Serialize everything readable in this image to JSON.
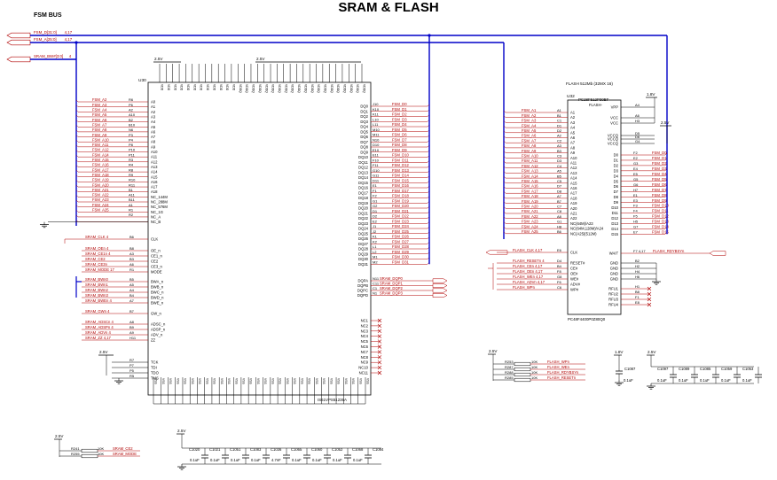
{
  "title": "SRAM & FLASH",
  "bus_label": "FSM BUS",
  "colors": {
    "bus": "#0000c8",
    "net": "#b00000",
    "wire": "#000000"
  },
  "bus_ports": [
    {
      "label": "FSM_D[31:0]",
      "ref": "4,17"
    },
    {
      "label": "FSM_A[25:0]",
      "ref": "4,17"
    },
    {
      "label": "SRAM_BW#[3:0]",
      "ref": "4"
    }
  ],
  "u30": {
    "ref": "U30",
    "part": "IS61VPS51236A",
    "power": [
      "2.5V",
      "2.5V"
    ],
    "left_pins": [
      {
        "net": "FSM_A2",
        "ball": "R6",
        "pin": "A0"
      },
      {
        "net": "FSM_A3",
        "ball": "P6",
        "pin": "A1"
      },
      {
        "net": "FSM_A4",
        "ball": "A2",
        "pin": "A2"
      },
      {
        "net": "FSM_A5",
        "ball": "A10",
        "pin": "A3"
      },
      {
        "net": "FSM_A6",
        "ball": "B2",
        "pin": "A4"
      },
      {
        "net": "FSM_A7",
        "ball": "B10",
        "pin": "A5"
      },
      {
        "net": "FSM_A8",
        "ball": "N6",
        "pin": "A6"
      },
      {
        "net": "FSM_A9",
        "ball": "P3",
        "pin": "A7"
      },
      {
        "net": "FSM_A10",
        "ball": "P4",
        "pin": "A8"
      },
      {
        "net": "FSM_A11",
        "ball": "P8",
        "pin": "A9"
      },
      {
        "net": "FSM_A12",
        "ball": "P10",
        "pin": "A10"
      },
      {
        "net": "FSM_A14",
        "ball": "P11",
        "pin": "A11"
      },
      {
        "net": "FSM_A15",
        "ball": "R3",
        "pin": "A12"
      },
      {
        "net": "FSM_A16",
        "ball": "R4",
        "pin": "A13"
      },
      {
        "net": "FSM_A17",
        "ball": "R8",
        "pin": "A14"
      },
      {
        "net": "FSM_A18",
        "ball": "R9",
        "pin": "A15"
      },
      {
        "net": "FSM_A19",
        "ball": "R10",
        "pin": "A16"
      },
      {
        "net": "FSM_A20",
        "ball": "R11",
        "pin": "A17"
      },
      {
        "net": "FSM_A21",
        "ball": "B1",
        "pin": "A18"
      },
      {
        "net": "FSM_A22",
        "ball": "A11",
        "pin": "NC_144M"
      },
      {
        "net": "FSM_A23",
        "ball": "B11",
        "pin": "NC_288M"
      },
      {
        "net": "FSM_A24",
        "ball": "A1",
        "pin": "NC_576M"
      },
      {
        "net": "FSM_A25",
        "ball": "R1",
        "pin": "NC_1G"
      },
      {
        "net": "",
        "ball": "R2",
        "pin": "NC_A"
      },
      {
        "net": "",
        "ball": "",
        "pin": "NC_B"
      }
    ],
    "ctrl_pins": [
      {
        "net": "SRAM_CLK",
        "ref": "4",
        "ball": "B6",
        "pin": "CLK"
      },
      {
        "net": "SRAM_OEn",
        "ref": "4",
        "ball": "B8",
        "pin": "OE_n"
      },
      {
        "net": "SRAM_CE1n",
        "ref": "4",
        "ball": "A3",
        "pin": "CE1_n"
      },
      {
        "net": "SRAM_CE2",
        "ref": "",
        "ball": "B3",
        "pin": "CE2"
      },
      {
        "net": "SRAM_CE3n",
        "ref": "",
        "ball": "A6",
        "pin": "CE3_n"
      },
      {
        "net": "SRAM_MODE",
        "ref": "17",
        "ball": "R1",
        "pin": "MODE"
      },
      {
        "net": "SRAM_BWn0",
        "ref": "",
        "ball": "B5",
        "pin": "BWA_n"
      },
      {
        "net": "SRAM_BWn1",
        "ref": "",
        "ball": "A5",
        "pin": "BWB_n"
      },
      {
        "net": "SRAM_BWn2",
        "ref": "",
        "ball": "A4",
        "pin": "BWC_n"
      },
      {
        "net": "SRAM_BWn3",
        "ref": "",
        "ball": "B4",
        "pin": "BWD_n"
      },
      {
        "net": "SRAM_BWEn",
        "ref": "4",
        "ball": "A7",
        "pin": "BWE_n"
      },
      {
        "net": "SRAM_GWn",
        "ref": "4",
        "ball": "B7",
        "pin": "GW_n"
      },
      {
        "net": "SRAM_ADSCn",
        "ref": "4",
        "ball": "A8",
        "pin": "ADSC_n"
      },
      {
        "net": "SRAM_ADSPn",
        "ref": "4",
        "ball": "B9",
        "pin": "ADSP_n"
      },
      {
        "net": "SRAM_ADVn",
        "ref": "4",
        "ball": "A9",
        "pin": "ADV_n"
      },
      {
        "net": "SRAM_ZZ",
        "ref": "4,17",
        "ball": "H11",
        "pin": "ZZ"
      }
    ],
    "jtag_pins": [
      {
        "ball": "R7",
        "pin": "TCK"
      },
      {
        "ball": "P7",
        "pin": "TDI"
      },
      {
        "ball": "P5",
        "pin": "TDO"
      },
      {
        "ball": "R5",
        "pin": "TMS"
      }
    ],
    "right_pins": [
      {
        "pin": "DQ0",
        "ball": "J10",
        "net": "FSM_D0"
      },
      {
        "pin": "DQ1",
        "ball": "K10",
        "net": "FSM_D1"
      },
      {
        "pin": "DQ2",
        "ball": "K11",
        "net": "FSM_D2"
      },
      {
        "pin": "DQ3",
        "ball": "L10",
        "net": "FSM_D3"
      },
      {
        "pin": "DQ4",
        "ball": "L11",
        "net": "FSM_D4"
      },
      {
        "pin": "DQ5",
        "ball": "M10",
        "net": "FSM_D5"
      },
      {
        "pin": "DQ6",
        "ball": "M11",
        "net": "FSM_D6"
      },
      {
        "pin": "DQ7",
        "ball": "N10",
        "net": "FSM_D7"
      },
      {
        "pin": "DQ8",
        "ball": "D10",
        "net": "FSM_D8"
      },
      {
        "pin": "DQ9",
        "ball": "E10",
        "net": "FSM_D9"
      },
      {
        "pin": "DQ10",
        "ball": "E11",
        "net": "FSM_D10"
      },
      {
        "pin": "DQ11",
        "ball": "F10",
        "net": "FSM_D11"
      },
      {
        "pin": "DQ12",
        "ball": "F11",
        "net": "FSM_D12"
      },
      {
        "pin": "DQ13",
        "ball": "G10",
        "net": "FSM_D13"
      },
      {
        "pin": "DQ14",
        "ball": "G11",
        "net": "FSM_D14"
      },
      {
        "pin": "DQ15",
        "ball": "D11",
        "net": "FSM_D15"
      },
      {
        "pin": "DQ16",
        "ball": "E1",
        "net": "FSM_D16"
      },
      {
        "pin": "DQ17",
        "ball": "F1",
        "net": "FSM_D17"
      },
      {
        "pin": "DQ18",
        "ball": "F2",
        "net": "FSM_D18"
      },
      {
        "pin": "DQ19",
        "ball": "G1",
        "net": "FSM_D19"
      },
      {
        "pin": "DQ20",
        "ball": "G2",
        "net": "FSM_D20"
      },
      {
        "pin": "DQ21",
        "ball": "D1",
        "net": "FSM_D21"
      },
      {
        "pin": "DQ22",
        "ball": "D2",
        "net": "FSM_D22"
      },
      {
        "pin": "DQ23",
        "ball": "E2",
        "net": "FSM_D23"
      },
      {
        "pin": "DQ24",
        "ball": "J1",
        "net": "FSM_D24"
      },
      {
        "pin": "DQ25",
        "ball": "J2",
        "net": "FSM_D25"
      },
      {
        "pin": "DQ26",
        "ball": "K1",
        "net": "FSM_D26"
      },
      {
        "pin": "DQ27",
        "ball": "K2",
        "net": "FSM_D27"
      },
      {
        "pin": "DQ28",
        "ball": "L1",
        "net": "FSM_D28"
      },
      {
        "pin": "DQ29",
        "ball": "L2",
        "net": "FSM_D29"
      },
      {
        "pin": "DQ30",
        "ball": "M1",
        "net": "FSM_D30"
      },
      {
        "pin": "DQ31",
        "ball": "M2",
        "net": "FSM_D31"
      }
    ],
    "dqp_pins": [
      {
        "pin": "DQPA",
        "ball": "N11",
        "net": "SRAM_DQP0"
      },
      {
        "pin": "DQPB",
        "ball": "C11",
        "net": "SRAM_DQP1"
      },
      {
        "pin": "DQPC",
        "ball": "C1",
        "net": "SRAM_DQP2"
      },
      {
        "pin": "DQPD",
        "ball": "N1",
        "net": "SRAM_DQP3"
      }
    ],
    "nc_pins": [
      "NC1",
      "NC2",
      "NC3",
      "NC4",
      "NC5",
      "NC6",
      "NC7",
      "NC8",
      "NC9",
      "NC10",
      "NC11"
    ],
    "vddq_count": 20,
    "vdd_count": 12,
    "vss_count": 30
  },
  "u32": {
    "ref": "U32",
    "header": "FLASH 512Mb (32MX 16)",
    "part": "PC28F512P30BF",
    "sub": "FLASH-",
    "bottom": "PC48F4400P0Z80Q0",
    "left_pins": [
      {
        "net": "FSM_A1",
        "ball": "A1",
        "pin": "A1"
      },
      {
        "net": "FSM_A2",
        "ball": "B1",
        "pin": "A2"
      },
      {
        "net": "FSM_A3",
        "ball": "C1",
        "pin": "A3"
      },
      {
        "net": "FSM_A4",
        "ball": "D1",
        "pin": "A4"
      },
      {
        "net": "FSM_A5",
        "ball": "D2",
        "pin": "A5"
      },
      {
        "net": "FSM_A6",
        "ball": "A2",
        "pin": "A6"
      },
      {
        "net": "FSM_A7",
        "ball": "C2",
        "pin": "A7"
      },
      {
        "net": "FSM_A8",
        "ball": "A3",
        "pin": "A8"
      },
      {
        "net": "FSM_A9",
        "ball": "B3",
        "pin": "A9"
      },
      {
        "net": "FSM_A10",
        "ball": "C3",
        "pin": "A10"
      },
      {
        "net": "FSM_A11",
        "ball": "D3",
        "pin": "A11"
      },
      {
        "net": "FSM_A12",
        "ball": "C4",
        "pin": "A12"
      },
      {
        "net": "FSM_A13",
        "ball": "A5",
        "pin": "A13"
      },
      {
        "net": "FSM_A14",
        "ball": "B5",
        "pin": "A14"
      },
      {
        "net": "FSM_A15",
        "ball": "C5",
        "pin": "A15"
      },
      {
        "net": "FSM_A16",
        "ball": "D7",
        "pin": "A16"
      },
      {
        "net": "FSM_A17",
        "ball": "D8",
        "pin": "A17"
      },
      {
        "net": "FSM_A18",
        "ball": "A7",
        "pin": "A18"
      },
      {
        "net": "FSM_A19",
        "ball": "B7",
        "pin": "A19"
      },
      {
        "net": "FSM_A20",
        "ball": "C7",
        "pin": "A20"
      },
      {
        "net": "FSM_A21",
        "ball": "C8",
        "pin": "A21"
      },
      {
        "net": "FSM_A22",
        "ball": "A8",
        "pin": "A22"
      },
      {
        "net": "FSM_A23",
        "ball": "G1",
        "pin": "NC(64M)/A23"
      },
      {
        "net": "FSM_A24",
        "ball": "H8",
        "pin": "NC(64M,128M)/A24"
      },
      {
        "net": "FSM_A25",
        "ball": "B6",
        "pin": "NC(A25)(512M)"
      }
    ],
    "ctrl_pins": [
      {
        "net": "FLASH_CLK",
        "ref": "4,17",
        "ball": "E6",
        "pin": "CLK"
      },
      {
        "net": "FLASH_RESETn",
        "ref": "4",
        "ball": "D4",
        "pin": "RESET#"
      },
      {
        "net": "FLASH_CEn",
        "ref": "4,17",
        "ball": "B4",
        "pin": "CE#"
      },
      {
        "net": "FLASH_OEn",
        "ref": "4,17",
        "ball": "F8",
        "pin": "OE#"
      },
      {
        "net": "FLASH_WEn",
        "ref": "4,17",
        "ball": "G8",
        "pin": "WE#"
      },
      {
        "net": "FLASH_ADVn",
        "ref": "4,17",
        "ball": "F6",
        "pin": "ADV#"
      },
      {
        "net": "FLASH_WPn",
        "ref": "",
        "ball": "C6",
        "pin": "WP#"
      }
    ],
    "power_pins": [
      {
        "pin": "VPP",
        "ball": "A4"
      },
      {
        "pin": "VCC",
        "ball": "A6"
      },
      {
        "pin": "VCC",
        "ball": "H3"
      },
      {
        "pin": "VCCQ",
        "ball": "D5"
      },
      {
        "pin": "VCCQ",
        "ball": "D6"
      },
      {
        "pin": "VCCQ",
        "ball": "G4"
      }
    ],
    "power_rails": [
      "1.8V",
      "2.5V"
    ],
    "data_pins": [
      {
        "pin": "D0",
        "ball": "F2",
        "net": "FSM_D0"
      },
      {
        "pin": "D1",
        "ball": "E2",
        "net": "FSM_D1"
      },
      {
        "pin": "D2",
        "ball": "G3",
        "net": "FSM_D2"
      },
      {
        "pin": "D3",
        "ball": "E4",
        "net": "FSM_D3"
      },
      {
        "pin": "D4",
        "ball": "E5",
        "net": "FSM_D4"
      },
      {
        "pin": "D5",
        "ball": "G5",
        "net": "FSM_D5"
      },
      {
        "pin": "D6",
        "ball": "G6",
        "net": "FSM_D6"
      },
      {
        "pin": "D7",
        "ball": "H7",
        "net": "FSM_D7"
      },
      {
        "pin": "D8",
        "ball": "E1",
        "net": "FSM_D8"
      },
      {
        "pin": "D9",
        "ball": "E3",
        "net": "FSM_D9"
      },
      {
        "pin": "D10",
        "ball": "F3",
        "net": "FSM_D10"
      },
      {
        "pin": "D11",
        "ball": "F4",
        "net": "FSM_D11"
      },
      {
        "pin": "D12",
        "ball": "F5",
        "net": "FSM_D12"
      },
      {
        "pin": "D13",
        "ball": "H5",
        "net": "FSM_D13"
      },
      {
        "pin": "D14",
        "ball": "G7",
        "net": "FSM_D14"
      },
      {
        "pin": "D15",
        "ball": "E7",
        "net": "FSM_D15"
      }
    ],
    "wait_pin": {
      "pin": "WAIT",
      "ball": "F7",
      "ref": "4,17",
      "net": "FLASH_RDYBSYn"
    },
    "gnd_pins": [
      {
        "pin": "GND",
        "ball": "B2"
      },
      {
        "pin": "GND",
        "ball": "H2"
      },
      {
        "pin": "GND",
        "ball": "H4"
      },
      {
        "pin": "GND",
        "ball": "H6"
      }
    ],
    "rfu_pins": [
      {
        "pin": "RFU1",
        "ball": "H1"
      },
      {
        "pin": "RFU2",
        "ball": "B8"
      },
      {
        "pin": "RFU3",
        "ball": "F1"
      },
      {
        "pin": "RFU4",
        "ball": "E8"
      }
    ]
  },
  "pullups_flash": {
    "rail": "2.5V",
    "rows": [
      {
        "ref": "R253",
        "value": "10K",
        "net": "FLASH_WPn"
      },
      {
        "ref": "R287",
        "value": "10K",
        "net": "FLASH_WEn"
      },
      {
        "ref": "R288",
        "value": "10K",
        "net": "FLASH_RDYBSYn"
      },
      {
        "ref": "R285",
        "value": "10K",
        "net": "FLASH_RESETn"
      }
    ]
  },
  "pullups_sram": {
    "rail": "2.5V",
    "rows": [
      {
        "ref": "R241",
        "value": "10K",
        "net": "SRAM_CE2"
      },
      {
        "ref": "R255",
        "value": "10K",
        "net": "SRAM_MODE"
      }
    ]
  },
  "caps_sram": {
    "rail": "2.5V",
    "refs": [
      "C1020",
      "C1021",
      "C1051",
      "C1083",
      "C1036",
      "C1065",
      "C1060",
      "C1052",
      "C1068",
      "C1084"
    ],
    "values": [
      "0.1uF",
      "0.1uF",
      "0.1uF",
      "0.1uF",
      "4.7nF",
      "0.1uF",
      "0.1uF",
      "0.1uF",
      "0.1uF"
    ]
  },
  "caps_flash_18": {
    "rail": "1.8V",
    "ref": "C1087",
    "value": "0.1uF"
  },
  "caps_flash_25": {
    "rail": "2.5V",
    "refs": [
      "C1097",
      "C1089",
      "C1085",
      "C1059",
      "C1053"
    ],
    "values": [
      "0.1uF",
      "0.1uF",
      "0.1uF",
      "0.1uF",
      "0.1uF"
    ]
  }
}
